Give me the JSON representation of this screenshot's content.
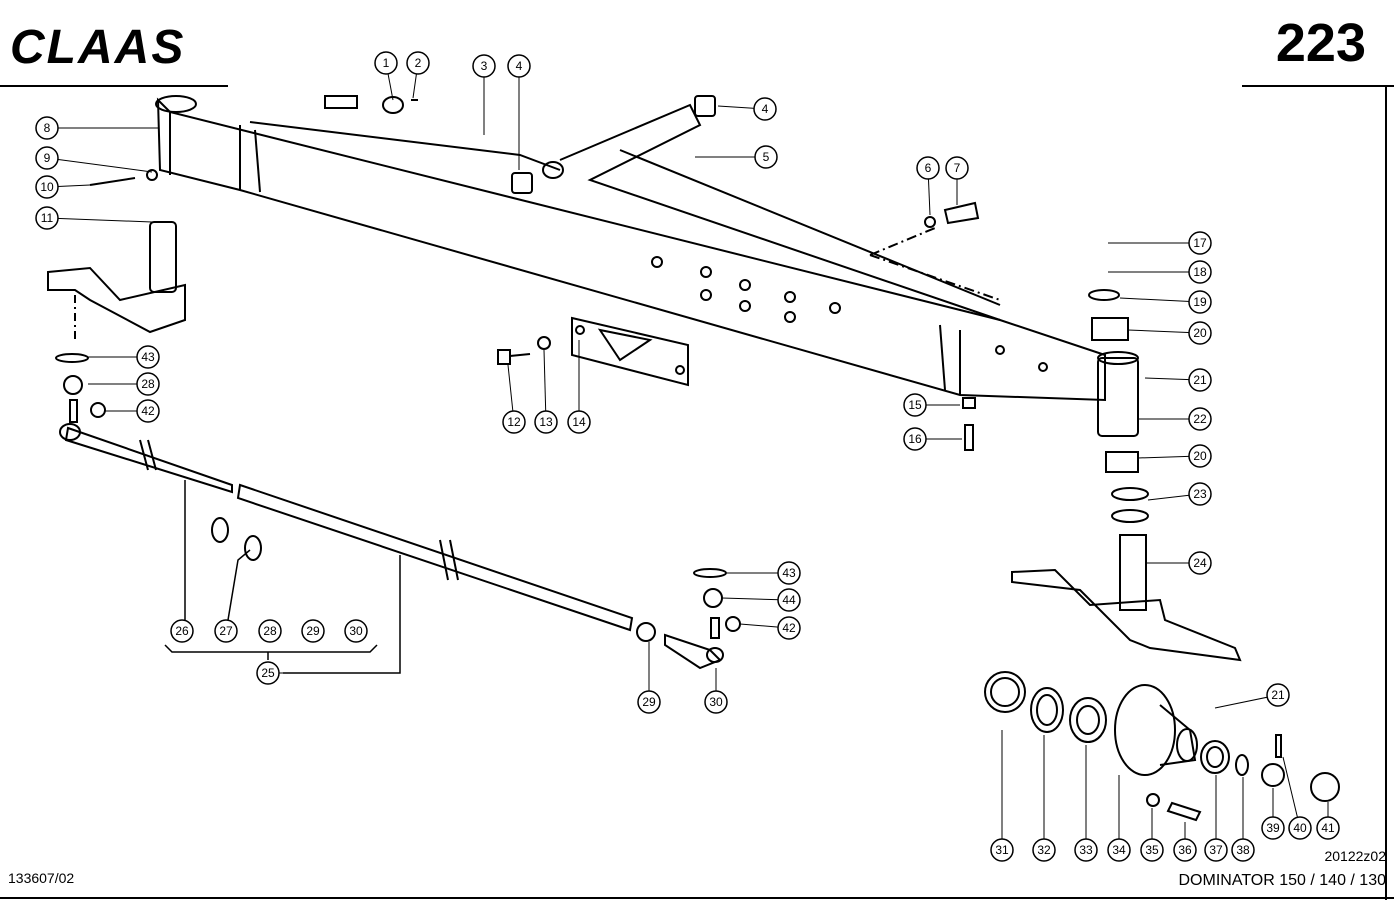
{
  "header": {
    "brand": "CLAAS",
    "page_number": "223"
  },
  "footer": {
    "document_number": "133607/02",
    "drawing_number": "20122z02",
    "model": "DOMINATOR 150 / 140 / 130"
  },
  "callouts": [
    {
      "id": "c1",
      "label": "1"
    },
    {
      "id": "c2",
      "label": "2"
    },
    {
      "id": "c3",
      "label": "3"
    },
    {
      "id": "c4a",
      "label": "4"
    },
    {
      "id": "c4b",
      "label": "4"
    },
    {
      "id": "c5",
      "label": "5"
    },
    {
      "id": "c6",
      "label": "6"
    },
    {
      "id": "c7",
      "label": "7"
    },
    {
      "id": "c8",
      "label": "8"
    },
    {
      "id": "c9",
      "label": "9"
    },
    {
      "id": "c10",
      "label": "10"
    },
    {
      "id": "c11",
      "label": "11"
    },
    {
      "id": "c12",
      "label": "12"
    },
    {
      "id": "c13",
      "label": "13"
    },
    {
      "id": "c14",
      "label": "14"
    },
    {
      "id": "c15",
      "label": "15"
    },
    {
      "id": "c16",
      "label": "16"
    },
    {
      "id": "c17",
      "label": "17"
    },
    {
      "id": "c18",
      "label": "18"
    },
    {
      "id": "c19",
      "label": "19"
    },
    {
      "id": "c20a",
      "label": "20"
    },
    {
      "id": "c20b",
      "label": "20"
    },
    {
      "id": "c21a",
      "label": "21"
    },
    {
      "id": "c21b",
      "label": "21"
    },
    {
      "id": "c22",
      "label": "22"
    },
    {
      "id": "c23",
      "label": "23"
    },
    {
      "id": "c24",
      "label": "24"
    },
    {
      "id": "c25",
      "label": "25"
    },
    {
      "id": "c26a",
      "label": "26"
    },
    {
      "id": "c27",
      "label": "27"
    },
    {
      "id": "c28a",
      "label": "28"
    },
    {
      "id": "c28b",
      "label": "28"
    },
    {
      "id": "c29a",
      "label": "29"
    },
    {
      "id": "c29b",
      "label": "29"
    },
    {
      "id": "c30a",
      "label": "30"
    },
    {
      "id": "c30b",
      "label": "30"
    },
    {
      "id": "c31",
      "label": "31"
    },
    {
      "id": "c32",
      "label": "32"
    },
    {
      "id": "c33",
      "label": "33"
    },
    {
      "id": "c34",
      "label": "34"
    },
    {
      "id": "c35",
      "label": "35"
    },
    {
      "id": "c36",
      "label": "36"
    },
    {
      "id": "c37",
      "label": "37"
    },
    {
      "id": "c38",
      "label": "38"
    },
    {
      "id": "c39",
      "label": "39"
    },
    {
      "id": "c40",
      "label": "40"
    },
    {
      "id": "c41",
      "label": "41"
    },
    {
      "id": "c42a",
      "label": "42"
    },
    {
      "id": "c42b",
      "label": "42"
    },
    {
      "id": "c43a",
      "label": "43"
    },
    {
      "id": "c43b",
      "label": "43"
    },
    {
      "id": "c44",
      "label": "44"
    }
  ]
}
